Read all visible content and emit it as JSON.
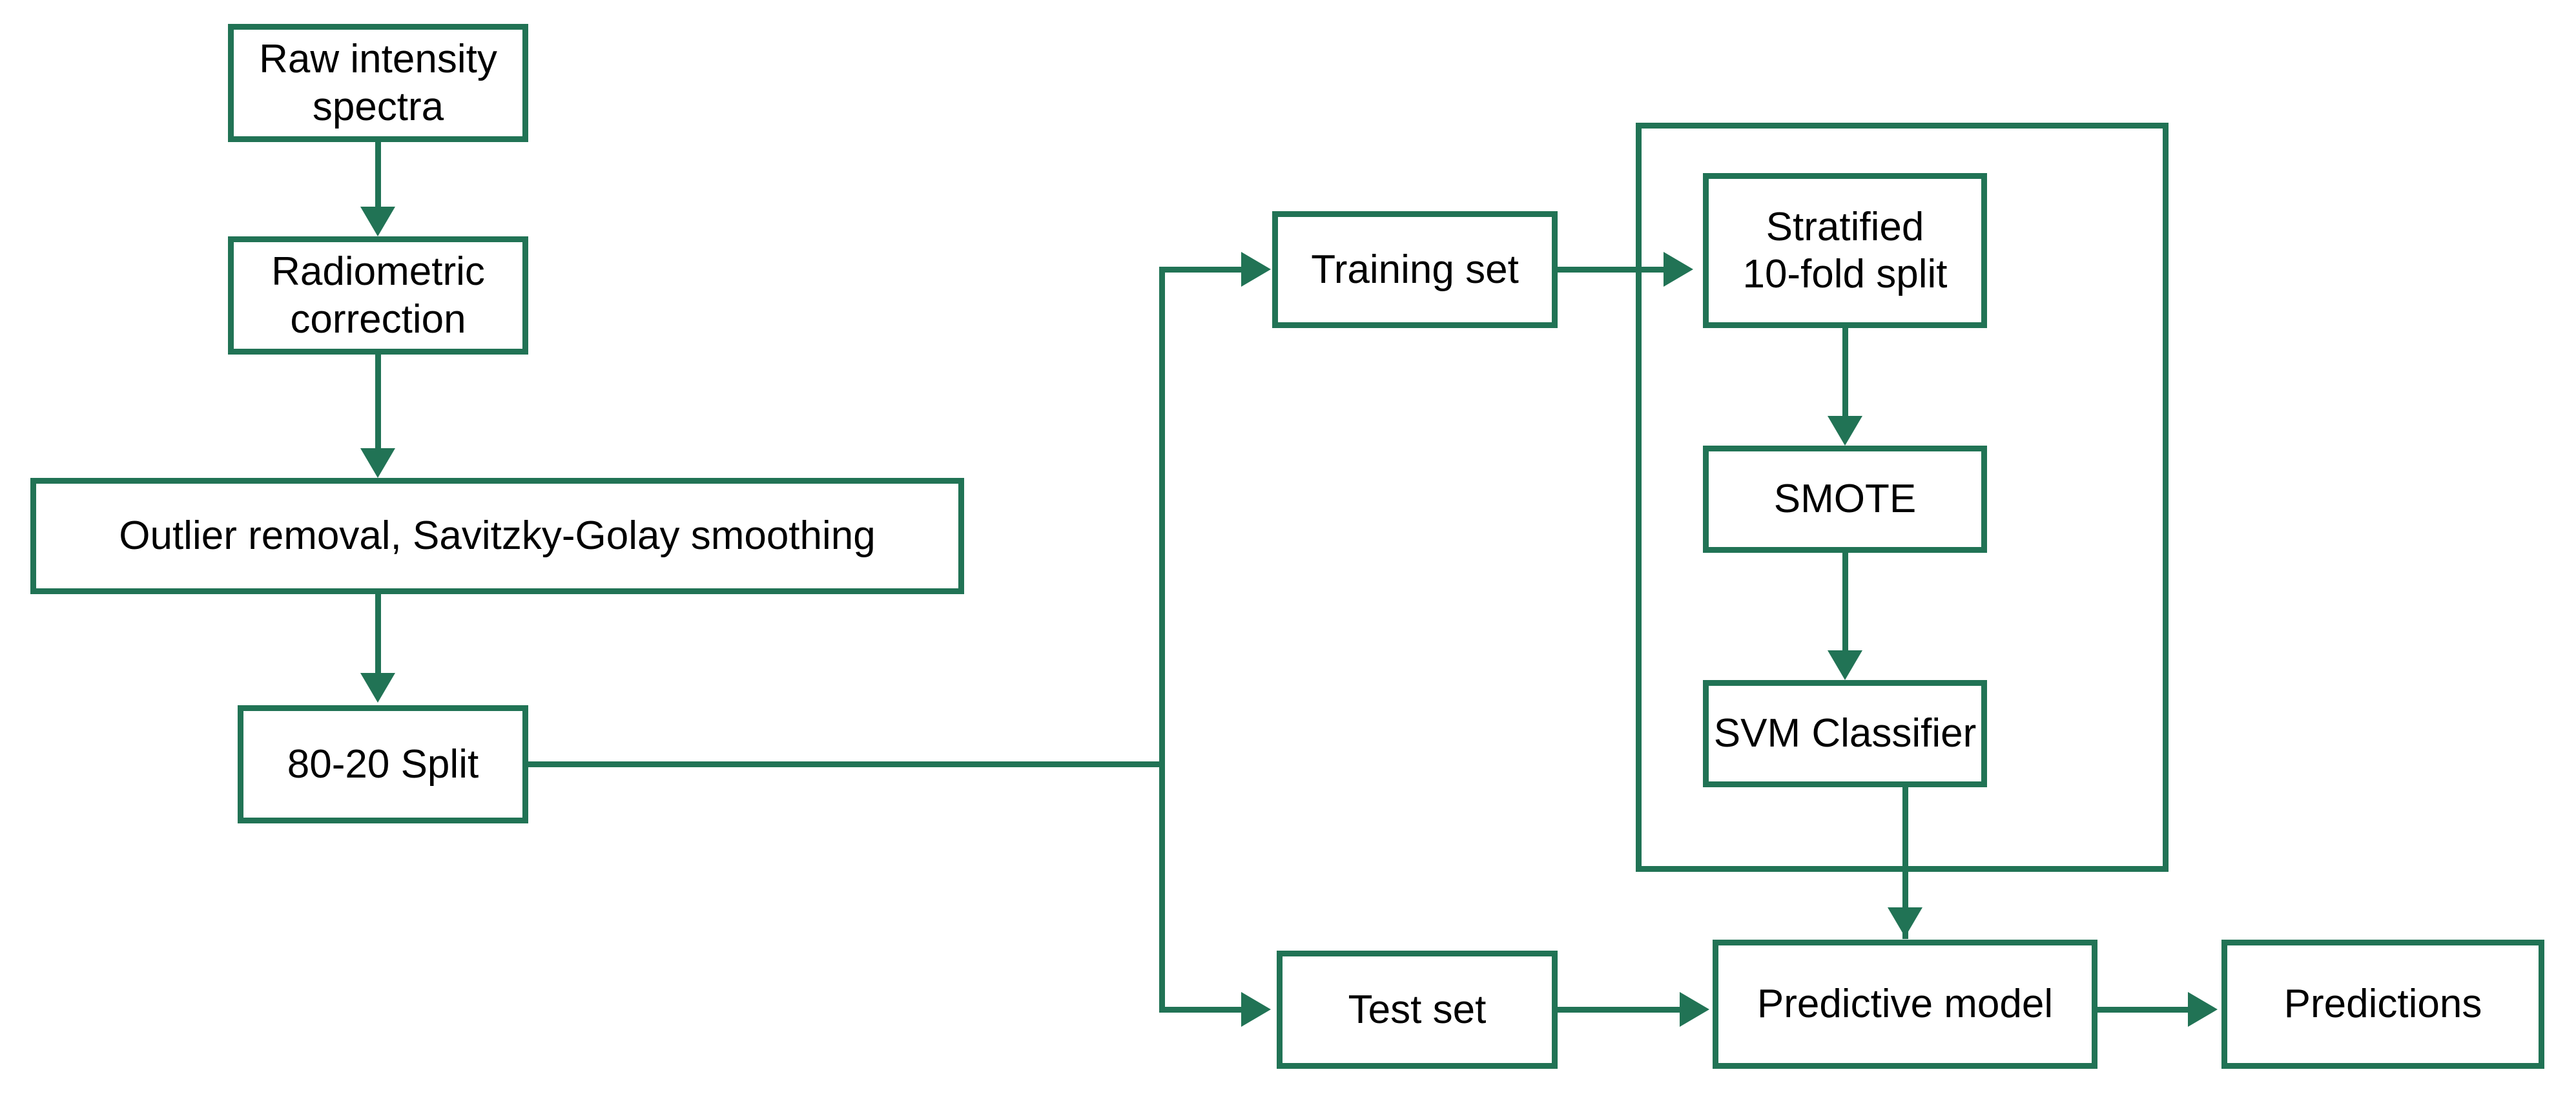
{
  "diagram": {
    "title": "Spectral classification machine-learning pipeline flowchart",
    "accent_color": "#217355",
    "text_color": "#000000",
    "background_color": "#ffffff",
    "nodes": [
      {
        "id": "raw-intensity-spectra",
        "label": "Raw intensity spectra"
      },
      {
        "id": "radiometric-correction",
        "label": "Radiometric correction"
      },
      {
        "id": "outlier-removal-smoothing",
        "label": "Outlier removal, Savitzky-Golay smoothing"
      },
      {
        "id": "split-80-20",
        "label": "80-20 Split"
      },
      {
        "id": "training-set",
        "label": "Training set"
      },
      {
        "id": "stratified-10-fold-split",
        "label": "Stratified\n10-fold split"
      },
      {
        "id": "smote",
        "label": "SMOTE"
      },
      {
        "id": "svm-classifier",
        "label": "SVM Classifier"
      },
      {
        "id": "test-set",
        "label": "Test set"
      },
      {
        "id": "predictive-model",
        "label": "Predictive model"
      },
      {
        "id": "predictions",
        "label": "Predictions"
      }
    ],
    "group": {
      "id": "cross-validation-group",
      "label": ""
    },
    "edges": [
      {
        "from": "raw-intensity-spectra",
        "to": "radiometric-correction"
      },
      {
        "from": "radiometric-correction",
        "to": "outlier-removal-smoothing"
      },
      {
        "from": "outlier-removal-smoothing",
        "to": "split-80-20"
      },
      {
        "from": "split-80-20",
        "to": "training-set"
      },
      {
        "from": "split-80-20",
        "to": "test-set"
      },
      {
        "from": "training-set",
        "to": "stratified-10-fold-split"
      },
      {
        "from": "stratified-10-fold-split",
        "to": "smote"
      },
      {
        "from": "smote",
        "to": "svm-classifier"
      },
      {
        "from": "svm-classifier",
        "to": "predictive-model"
      },
      {
        "from": "test-set",
        "to": "predictive-model"
      },
      {
        "from": "predictive-model",
        "to": "predictions"
      }
    ]
  }
}
